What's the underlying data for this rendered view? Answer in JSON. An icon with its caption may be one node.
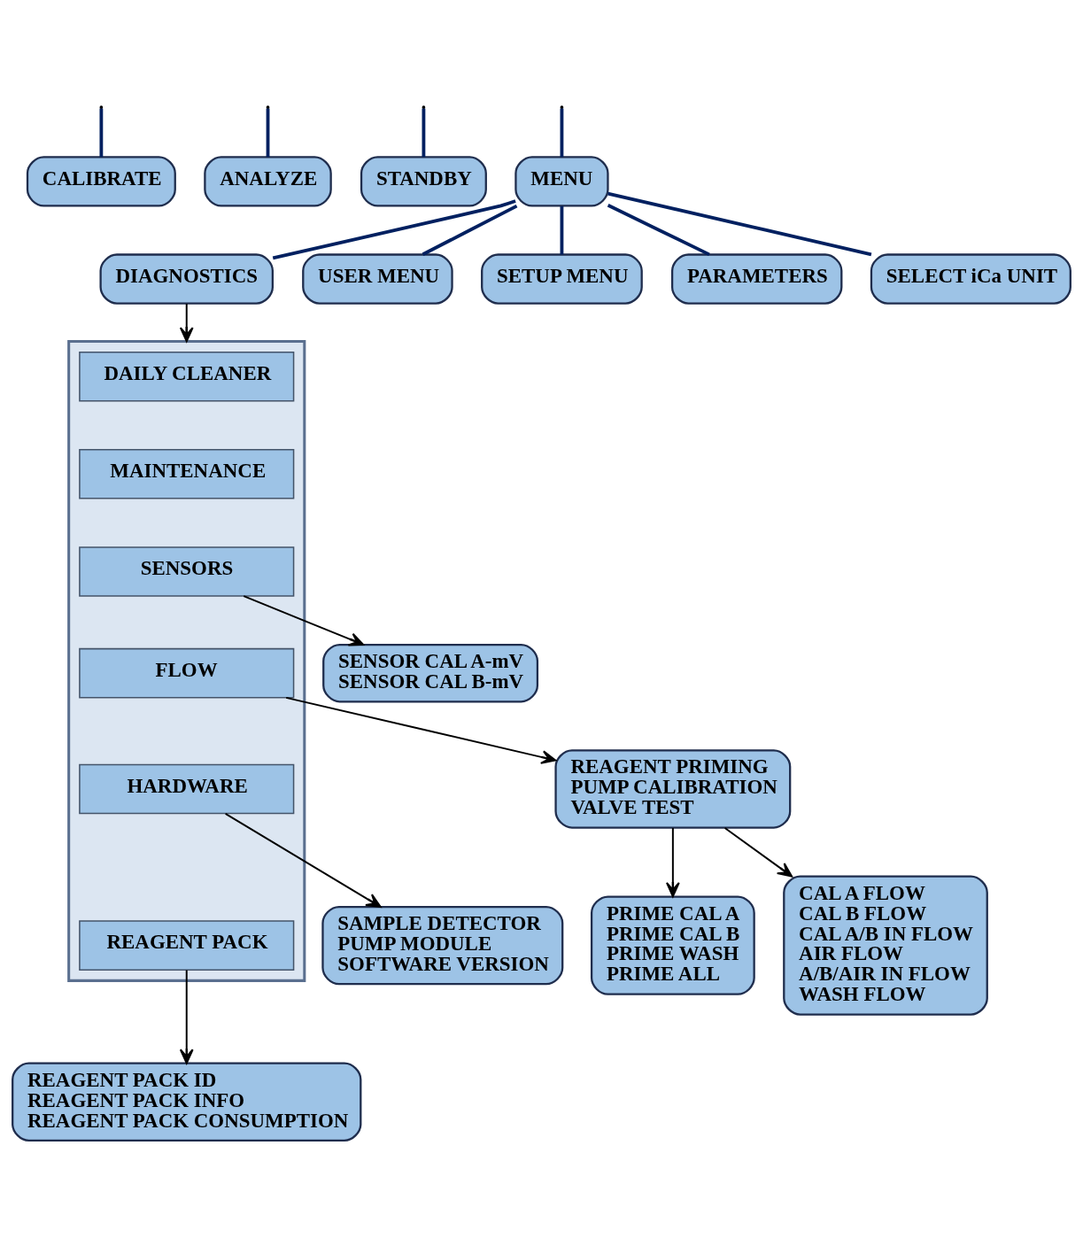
{
  "diagram": {
    "nodes": [
      {
        "text": [
          "CALIBRATE"
        ]
      },
      {
        "text": [
          "ANALYZE"
        ]
      },
      {
        "text": [
          "STANDBY"
        ]
      },
      {
        "text": [
          "MENU"
        ]
      },
      {
        "text": [
          "DIAGNOSTICS"
        ]
      },
      {
        "text": [
          "USER MENU"
        ]
      },
      {
        "text": [
          "SETUP MENU"
        ]
      },
      {
        "text": [
          "PARAMETERS"
        ]
      },
      {
        "text": [
          "SELECT iCa UNIT"
        ]
      },
      {
        "text": [],
        "shape": "box"
      },
      {
        "text": [
          "DAILY CLEANER"
        ],
        "in": 9
      },
      {
        "text": [
          "MAINTENANCE"
        ],
        "in": 9
      },
      {
        "text": [
          "SENSORS"
        ],
        "in": 9
      },
      {
        "text": [
          "FLOW"
        ],
        "in": 9
      },
      {
        "text": [
          "HARDWARE"
        ],
        "in": 9
      },
      {
        "text": [
          "REAGENT PACK"
        ],
        "in": 9
      },
      {
        "text": [
          "SENSOR CAL A-mV",
          "SENSOR CAL B-mV"
        ]
      },
      {
        "text": [
          "REAGENT PRIMING",
          "PUMP CALIBRATION",
          "VALVE TEST"
        ]
      },
      {
        "text": [
          "SAMPLE DETECTOR",
          "PUMP MODULE",
          "SOFTWARE VERSION"
        ]
      },
      {
        "text": [
          "PRIME CAL A",
          "PRIME CAL B",
          "PRIME WASH",
          "PRIME ALL"
        ]
      },
      {
        "text": [
          "CAL A FLOW",
          "CAL B FLOW",
          "CAL A/B IN FLOW",
          "AIR FLOW",
          "A/B/AIR IN FLOW",
          "WASH FLOW"
        ]
      },
      {
        "text": [
          "REAGENT PACK ID",
          "REAGENT PACK INFO",
          "REAGENT PACK CONSUMPTION"
        ]
      }
    ],
    "edges": [
      {
        "from": null,
        "to": 0,
        "arrow": "none"
      },
      {
        "from": null,
        "to": 1,
        "arrow": "none"
      },
      {
        "from": null,
        "to": 2,
        "arrow": "none"
      },
      {
        "from": null,
        "to": 3,
        "arrow": "none"
      },
      {
        "from": 3,
        "to": 4,
        "arrow": "none"
      },
      {
        "from": 3,
        "to": 5,
        "arrow": "none"
      },
      {
        "from": 3,
        "to": 6,
        "arrow": "none"
      },
      {
        "from": 3,
        "to": 7,
        "arrow": "none"
      },
      {
        "from": 3,
        "to": 8,
        "arrow": "none"
      },
      {
        "from": 4,
        "to": 9,
        "arrow": "to",
        "color": "#000000"
      },
      {
        "from": 12,
        "to": 16,
        "arrow": "to",
        "color": "#000000"
      },
      {
        "from": 13,
        "to": 17,
        "arrow": "to",
        "color": "#000000"
      },
      {
        "from": 14,
        "to": 18,
        "arrow": "to",
        "color": "#000000"
      },
      {
        "from": 15,
        "to": 21,
        "arrow": "to",
        "color": "#000000"
      },
      {
        "from": 17,
        "to": 19,
        "arrow": "to",
        "color": "#000000"
      },
      {
        "from": 17,
        "to": 20,
        "arrow": "to",
        "color": "#000000"
      }
    ]
  }
}
